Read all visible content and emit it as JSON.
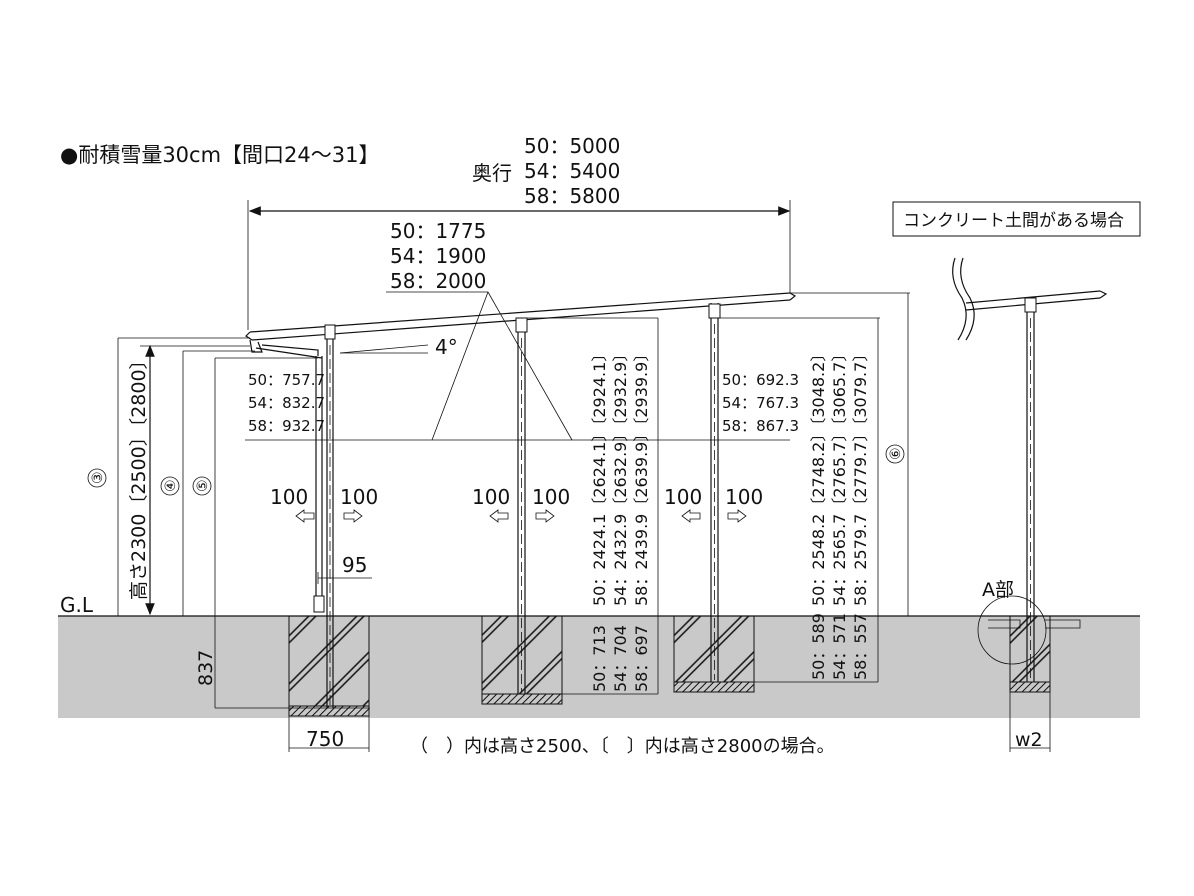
{
  "header": {
    "title": "●耐積雪量30cm【間口24〜31】",
    "depth_label": "奥行",
    "depth_values": [
      "50：5000",
      "54：5400",
      "58：5800"
    ]
  },
  "beam_front": [
    "50：1775",
    "54：1900",
    "58：2000"
  ],
  "angle": "4°",
  "note_box": "コンクリート土間がある場合",
  "gutter_left": [
    "50：757.7",
    "54：832.7",
    "58：932.7"
  ],
  "gutter_right": [
    "50：692.3",
    "54：767.3",
    "58：867.3"
  ],
  "height_mid": [
    "50：2424.1〔2624.1〕〔2924.1〕",
    "54：2432.9〔2632.9〕〔2932.9〕",
    "58：2439.9〔2639.9〕〔2939.9〕"
  ],
  "height_rear": [
    "50：2548.2〔2748.2〕〔3048.2〕",
    "54：2565.7〔2765.7〕〔3065.7〕",
    "58：2579.7〔2779.7〕〔3079.7〕"
  ],
  "embed_mid": [
    "50：713",
    "54：704",
    "58：697"
  ],
  "embed_rear": [
    "50：589",
    "54：571",
    "58：557"
  ],
  "height_vertical": "高さ2300〔2500〕〔2800〕",
  "markers": [
    "③",
    "④",
    "⑤",
    "⑥"
  ],
  "offset": "100",
  "post_width": "95",
  "gl": "G.L",
  "depth_foundation": "837",
  "foundation_width": "750",
  "footnote": "（　）内は高さ2500、〔　〕内は高さ2800の場合。",
  "detail_label": "A部",
  "detail_width": "w2"
}
